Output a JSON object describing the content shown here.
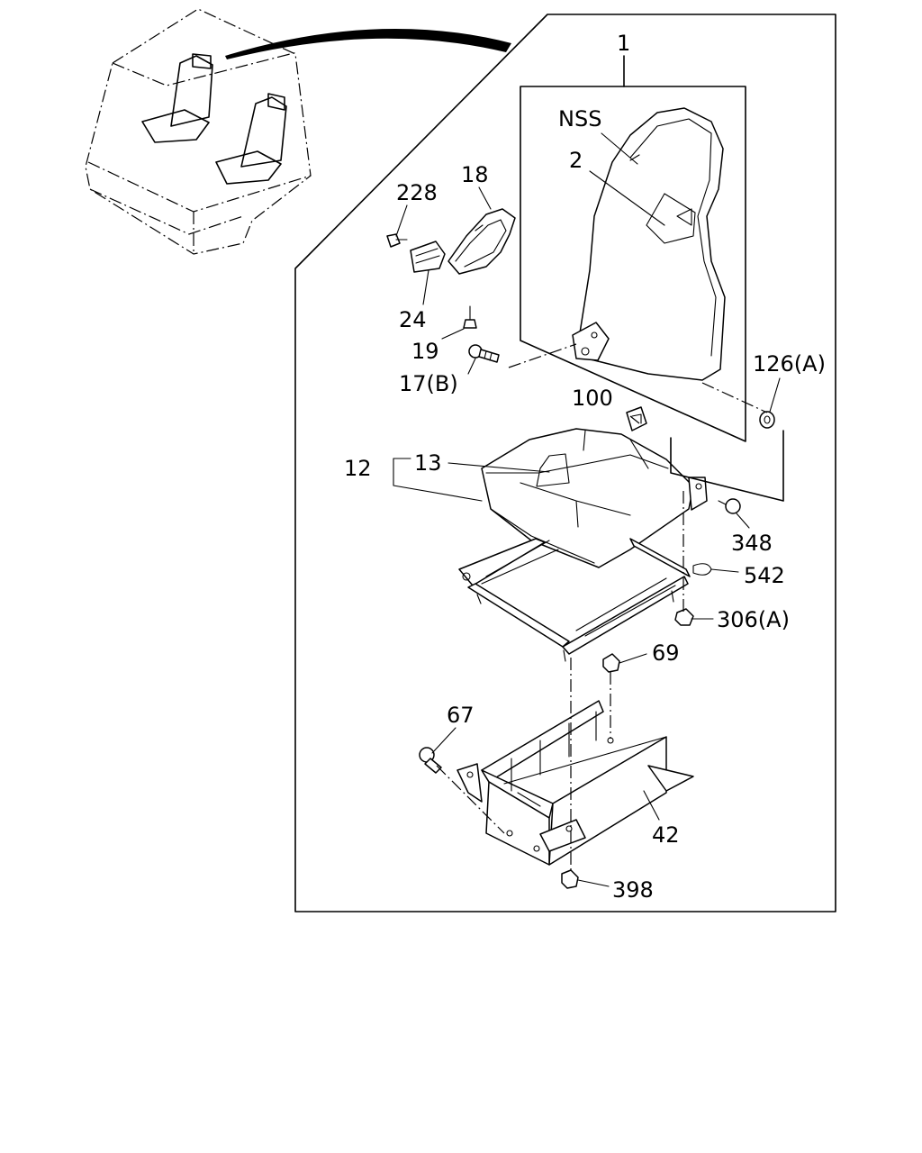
{
  "labels": {
    "l1": "1",
    "nss": "NSS",
    "l2": "2",
    "l18": "18",
    "l228": "228",
    "l24": "24",
    "l19": "19",
    "l17b": "17(B)",
    "l126a": "126(A)",
    "l100": "100",
    "l12": "12",
    "l13": "13",
    "l348": "348",
    "l542": "542",
    "l306a": "306(A)",
    "l69": "69",
    "l67": "67",
    "l42": "42",
    "l398": "398"
  }
}
